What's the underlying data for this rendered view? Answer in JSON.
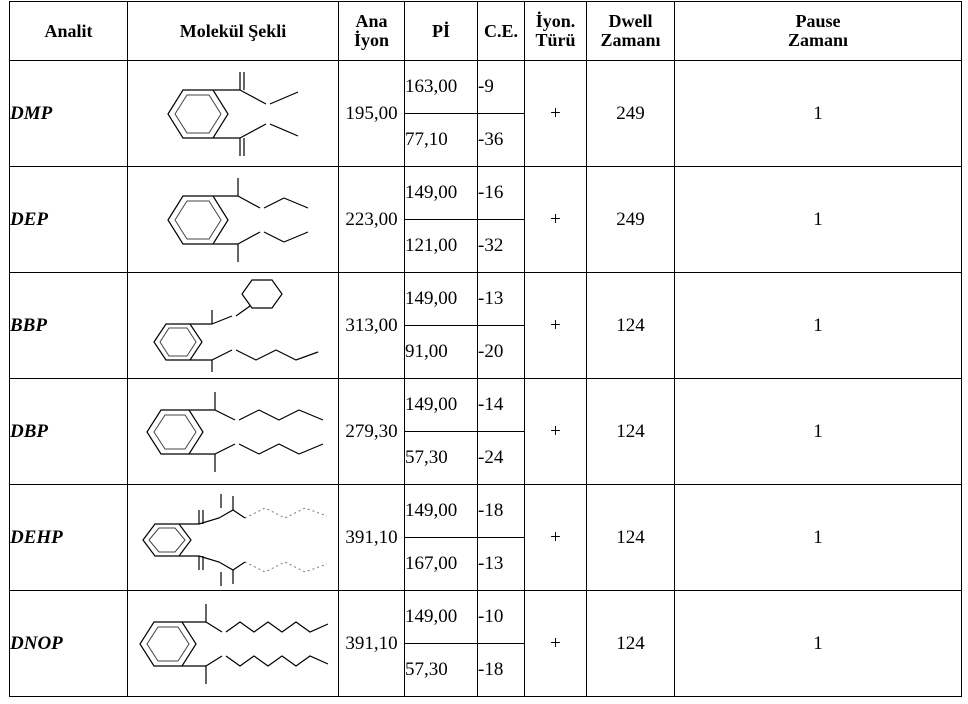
{
  "headers": {
    "analyte": "Analit",
    "molecule": "Molekül Şekli",
    "parent_ion_line1": "Ana",
    "parent_ion_line2": "İyon",
    "pi": "Pİ",
    "ce": "C.E.",
    "ion_type_line1": "İyon.",
    "ion_type_line2": "Türü",
    "dwell_line1": "Dwell",
    "dwell_line2": "Zamanı",
    "pause_line1": "Pause",
    "pause_line2": "Zamanı"
  },
  "rows": [
    {
      "analyte": "DMP",
      "molecule_icon": "dimethyl-phthalate-structure",
      "parent_ion": "195,00",
      "pi": [
        "163,00",
        "77,10"
      ],
      "ce": [
        "-9",
        "-36"
      ],
      "ion_type": "+",
      "dwell": "249",
      "pause": "1"
    },
    {
      "analyte": "DEP",
      "molecule_icon": "diethyl-phthalate-structure",
      "parent_ion": "223,00",
      "pi": [
        "149,00",
        "121,00"
      ],
      "ce": [
        "-16",
        "-32"
      ],
      "ion_type": "+",
      "dwell": "249",
      "pause": "1"
    },
    {
      "analyte": "BBP",
      "molecule_icon": "benzyl-butyl-phthalate-structure",
      "parent_ion": "313,00",
      "pi": [
        "149,00",
        "91,00"
      ],
      "ce": [
        "-13",
        "-20"
      ],
      "ion_type": "+",
      "dwell": "124",
      "pause": "1"
    },
    {
      "analyte": "DBP",
      "molecule_icon": "dibutyl-phthalate-structure",
      "parent_ion": "279,30",
      "pi": [
        "149,00",
        "57,30"
      ],
      "ce": [
        "-14",
        "-24"
      ],
      "ion_type": "+",
      "dwell": "124",
      "pause": "1"
    },
    {
      "analyte": "DEHP",
      "molecule_icon": "diethylhexyl-phthalate-structure",
      "parent_ion": "391,10",
      "pi": [
        "149,00",
        "167,00"
      ],
      "ce": [
        "-18",
        "-13"
      ],
      "ion_type": "+",
      "dwell": "124",
      "pause": "1"
    },
    {
      "analyte": "DNOP",
      "molecule_icon": "dioctyl-phthalate-structure",
      "parent_ion": "391,10",
      "pi": [
        "149,00",
        "57,30"
      ],
      "ce": [
        "-10",
        "-18"
      ],
      "ion_type": "+",
      "dwell": "124",
      "pause": "1"
    }
  ]
}
